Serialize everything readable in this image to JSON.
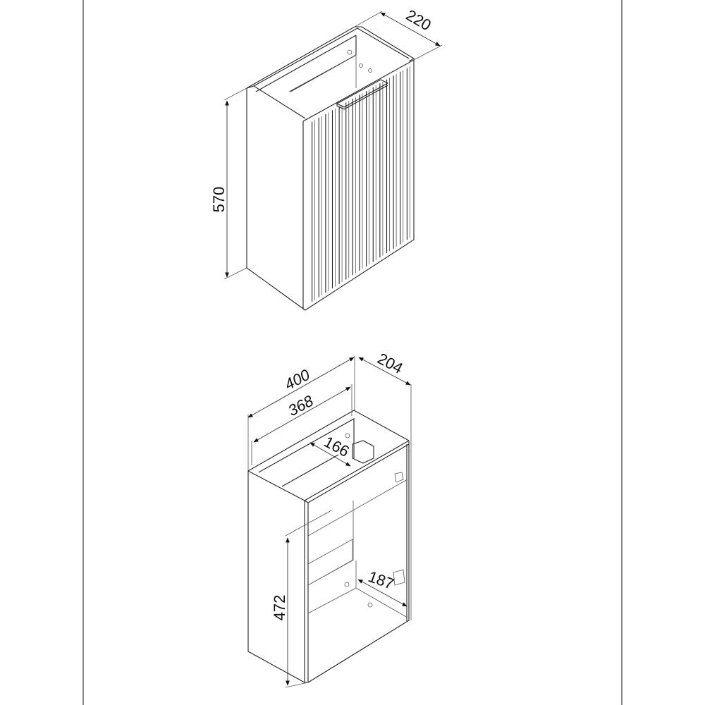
{
  "top_cabinet": {
    "height": "570",
    "depth": "220"
  },
  "bottom_cabinet": {
    "width_outer": "400",
    "width_inner": "368",
    "depth_outer": "204",
    "depth_top_inner": "166",
    "depth_inner": "187",
    "height_inner": "472"
  },
  "colors": {
    "line": "#222222",
    "background": "#ffffff"
  }
}
